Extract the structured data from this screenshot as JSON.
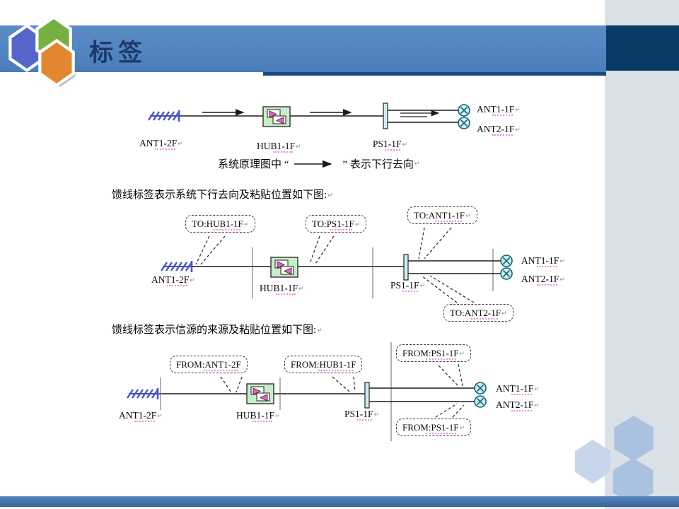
{
  "title": "标签",
  "return_mark": "↵",
  "colors": {
    "header_blue": "#5185C2",
    "navy_block": "#093A66",
    "side_band": "#DAE0E8",
    "footer_blue": "#4F81BD",
    "title_text": "#1D3A6D",
    "hex_blue": "#5566C8",
    "hex_green": "#76B043",
    "hex_orange": "#E2862F",
    "antenna_blue": "#4454D6",
    "hub_fill": "#C9EDC9",
    "triangle_pink": "#F25CC1",
    "splitter_fill": "#CDEFF4",
    "terminal_teal": "#17626B",
    "squiggle_pink": "#F06FD6"
  },
  "diagram1": {
    "caption_prefix": "系统原理图中 “",
    "caption_suffix": "” 表示下行去向",
    "labels": {
      "source": "ANT1-2F",
      "hub": "HUB1-1F",
      "splitter": "PS1-1F",
      "ant1": "ANT1-1F",
      "ant2": "ANT2-1F"
    }
  },
  "diagram2": {
    "heading": "馈线标签表示系统下行去向及粘贴位置如下图:",
    "callouts": {
      "to_hub": "TO:HUB1-1F",
      "to_ps": "TO:PS1-1F",
      "to_ant1": "TO:ANT1-1F",
      "to_ant2": "TO:ANT2-1F"
    },
    "labels": {
      "source": "ANT1-2F",
      "hub": "HUB1-1F",
      "splitter": "PS1-1F",
      "ant1": "ANT1-1F",
      "ant2": "ANT2-1F"
    }
  },
  "diagram3": {
    "heading": "馈线标签表示信源的来源及粘贴位置如下图:",
    "callouts": {
      "from_ant": "FROM:ANT1-2F",
      "from_hub": "FROM:HUB1-1F",
      "from_ps_top": "FROM:PS1-1F",
      "from_ps_bottom": "FROM:PS1-1F"
    },
    "labels": {
      "source": "ANT1-2F",
      "hub": "HUB1-1F",
      "splitter": "PS1-1F",
      "ant1": "ANT1-1F",
      "ant2": "ANT2-1F"
    }
  }
}
